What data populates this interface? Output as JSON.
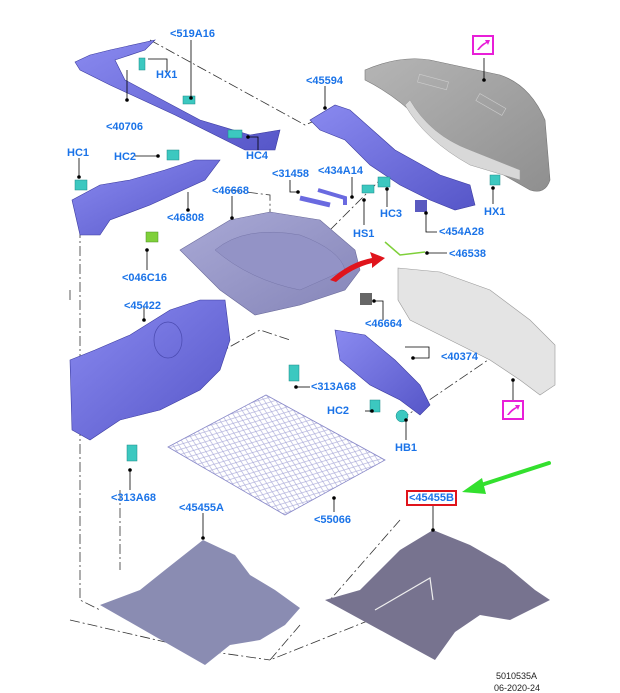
{
  "diagram": {
    "type": "exploded parts diagram",
    "subject": "luggage compartment trim",
    "colors": {
      "label": "#1a73e8",
      "trim_part": "#6a6ae0",
      "clip_part": "#3cc8c0",
      "green_clip": "#7fd03a",
      "reference_box": "#e81fd8",
      "highlight_box": "#e0141c",
      "pointer_arrow": "#33e02e",
      "fold_arrow": "#e0141c",
      "floor_mat_a": "#8a8cb2",
      "floor_mat_b": "#77738f",
      "deck_lid": "#a5a5a5"
    },
    "labels": [
      {
        "id": "519A16",
        "text": "<519A16"
      },
      {
        "id": "HX1_top",
        "text": "HX1"
      },
      {
        "id": "40706",
        "text": "<40706"
      },
      {
        "id": "HC4",
        "text": "HC4"
      },
      {
        "id": "45594",
        "text": "<45594"
      },
      {
        "id": "HC1",
        "text": "HC1"
      },
      {
        "id": "HC2_top",
        "text": "HC2"
      },
      {
        "id": "46668",
        "text": "<46668"
      },
      {
        "id": "46808",
        "text": "<46808"
      },
      {
        "id": "31458",
        "text": "<31458"
      },
      {
        "id": "434A14",
        "text": "<434A14"
      },
      {
        "id": "HC3",
        "text": "HC3"
      },
      {
        "id": "HX1_right",
        "text": "HX1"
      },
      {
        "id": "HS1",
        "text": "HS1"
      },
      {
        "id": "454A28",
        "text": "<454A28"
      },
      {
        "id": "046C16",
        "text": "<046C16"
      },
      {
        "id": "46538",
        "text": "<46538"
      },
      {
        "id": "45422",
        "text": "<45422"
      },
      {
        "id": "46664",
        "text": "<46664"
      },
      {
        "id": "40374",
        "text": "<40374"
      },
      {
        "id": "313A68_mid",
        "text": "<313A68"
      },
      {
        "id": "HC2_bottom",
        "text": "HC2"
      },
      {
        "id": "HB1",
        "text": "HB1"
      },
      {
        "id": "313A68_left",
        "text": "<313A68"
      },
      {
        "id": "45455A",
        "text": "<45455A"
      },
      {
        "id": "55066",
        "text": "<55066"
      },
      {
        "id": "45455B",
        "text": "<45455B",
        "highlighted": true
      }
    ],
    "reference_icons": [
      {
        "id": "ref-top",
        "icon": "arrow-up-right-icon"
      },
      {
        "id": "ref-bottom",
        "icon": "arrow-up-right-icon"
      }
    ],
    "footer": {
      "drawing_number": "5010535A",
      "date": "06-2020-24"
    }
  }
}
